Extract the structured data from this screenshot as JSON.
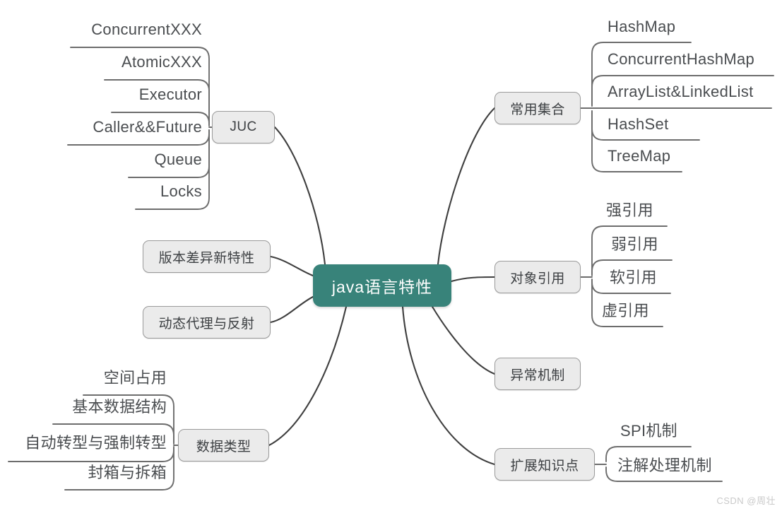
{
  "diagram": {
    "title": "java语言特性",
    "type": "mind-map",
    "accent_color": "#38837a",
    "node_fill": "#ebebeb",
    "node_border": "#9b9b9b",
    "line_color": "#3f3f3f",
    "text_color": "#4a4d50",
    "center": {
      "label": "java语言特性"
    }
  },
  "branches": {
    "juc": {
      "label": "JUC",
      "side": "left",
      "leaves": [
        {
          "label": "ConcurrentXXX"
        },
        {
          "label": "AtomicXXX"
        },
        {
          "label": "Executor"
        },
        {
          "label": "Caller&&Future"
        },
        {
          "label": "Queue"
        },
        {
          "label": "Locks"
        }
      ]
    },
    "version_features": {
      "label": "版本差异新特性",
      "side": "left",
      "leaves": []
    },
    "dynamic_proxy": {
      "label": "动态代理与反射",
      "side": "left",
      "leaves": []
    },
    "data_types": {
      "label": "数据类型",
      "side": "left",
      "leaves": [
        {
          "label": "空间占用"
        },
        {
          "label": "基本数据结构"
        },
        {
          "label": "自动转型与强制转型"
        },
        {
          "label": "封箱与拆箱"
        }
      ]
    },
    "collections": {
      "label": "常用集合",
      "side": "right",
      "leaves": [
        {
          "label": "HashMap"
        },
        {
          "label": "ConcurrentHashMap"
        },
        {
          "label": "ArrayList&LinkedList"
        },
        {
          "label": "HashSet"
        },
        {
          "label": "TreeMap"
        }
      ]
    },
    "object_reference": {
      "label": "对象引用",
      "side": "right",
      "leaves": [
        {
          "label": "强引用"
        },
        {
          "label": "弱引用"
        },
        {
          "label": "软引用"
        },
        {
          "label": "虚引用"
        }
      ]
    },
    "exception": {
      "label": "异常机制",
      "side": "right",
      "leaves": []
    },
    "extended": {
      "label": "扩展知识点",
      "side": "right",
      "leaves": [
        {
          "label": "SPI机制"
        },
        {
          "label": "注解处理机制"
        }
      ]
    }
  },
  "watermark": {
    "text": "CSDN @周壮"
  }
}
